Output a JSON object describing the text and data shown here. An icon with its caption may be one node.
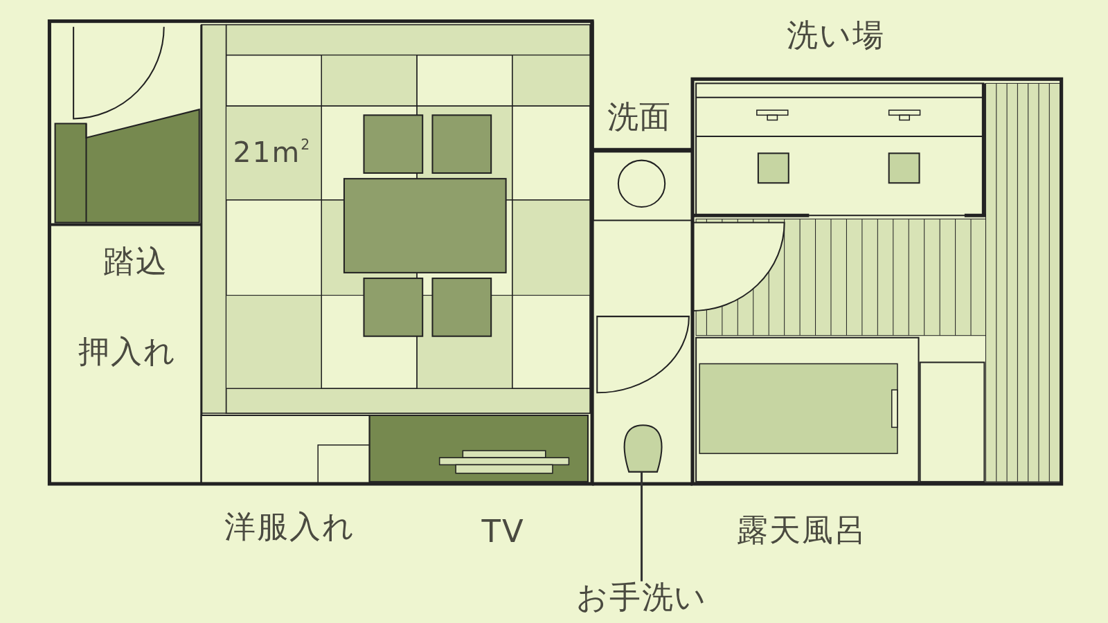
{
  "diagram": {
    "nodes": [
      {
        "text": [
          "お手洗い"
        ]
      },
      {
        "text": [],
        "shape": "picture"
      }
    ],
    "edges": [
      {
        "from": 0,
        "to": 1,
        "arrow": "none"
      }
    ],
    "labels": [
      "洗い場",
      "洗面",
      "21m$^{2}$",
      "踏込",
      "押入れ",
      "洋服入れ",
      "TV",
      "露天風呂"
    ]
  }
}
